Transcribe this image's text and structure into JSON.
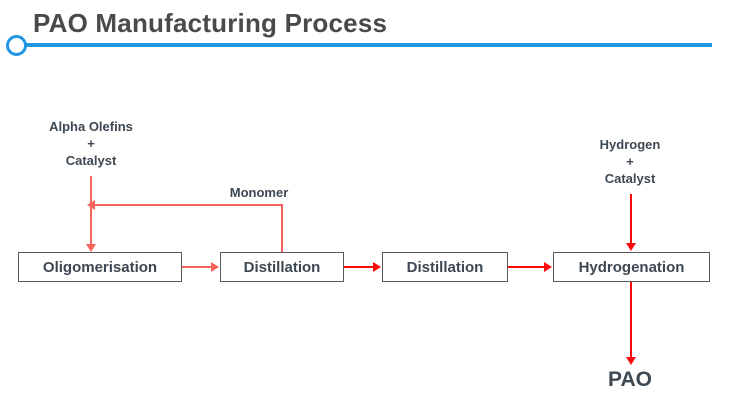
{
  "header": {
    "title": "PAO Manufacturing Process",
    "rule_color": "#2196e3",
    "bullet_icon": "circle-outline-icon"
  },
  "diagram": {
    "type": "process-flow",
    "text_color": "#3d4852",
    "box_border_color": "#5a5a5a",
    "connector_color": "#f4645a",
    "connector_color_strong": "#fa0a0a",
    "boxes": [
      {
        "id": "oligomerisation",
        "label": "Oligomerisation"
      },
      {
        "id": "distillation-1",
        "label": "Distillation"
      },
      {
        "id": "distillation-2",
        "label": "Distillation"
      },
      {
        "id": "hydrogenation",
        "label": "Hydrogenation"
      }
    ],
    "labels": {
      "feed": "Alpha Olefins\n+\nCatalyst",
      "hydrogen": "Hydrogen\n+\nCatalyst",
      "monomer": "Monomer",
      "product": "PAO"
    },
    "connections": [
      {
        "from": "feed",
        "to": "oligomerisation",
        "direction": "down"
      },
      {
        "from": "oligomerisation",
        "to": "distillation-1",
        "direction": "right"
      },
      {
        "from": "distillation-1",
        "to": "distillation-2",
        "direction": "right"
      },
      {
        "from": "distillation-2",
        "to": "hydrogenation",
        "direction": "right"
      },
      {
        "from": "distillation-1",
        "to": "oligomerisation",
        "direction": "recycle-left",
        "label": "Monomer"
      },
      {
        "from": "hydrogen",
        "to": "hydrogenation",
        "direction": "down"
      },
      {
        "from": "hydrogenation",
        "to": "product",
        "direction": "down"
      }
    ]
  }
}
